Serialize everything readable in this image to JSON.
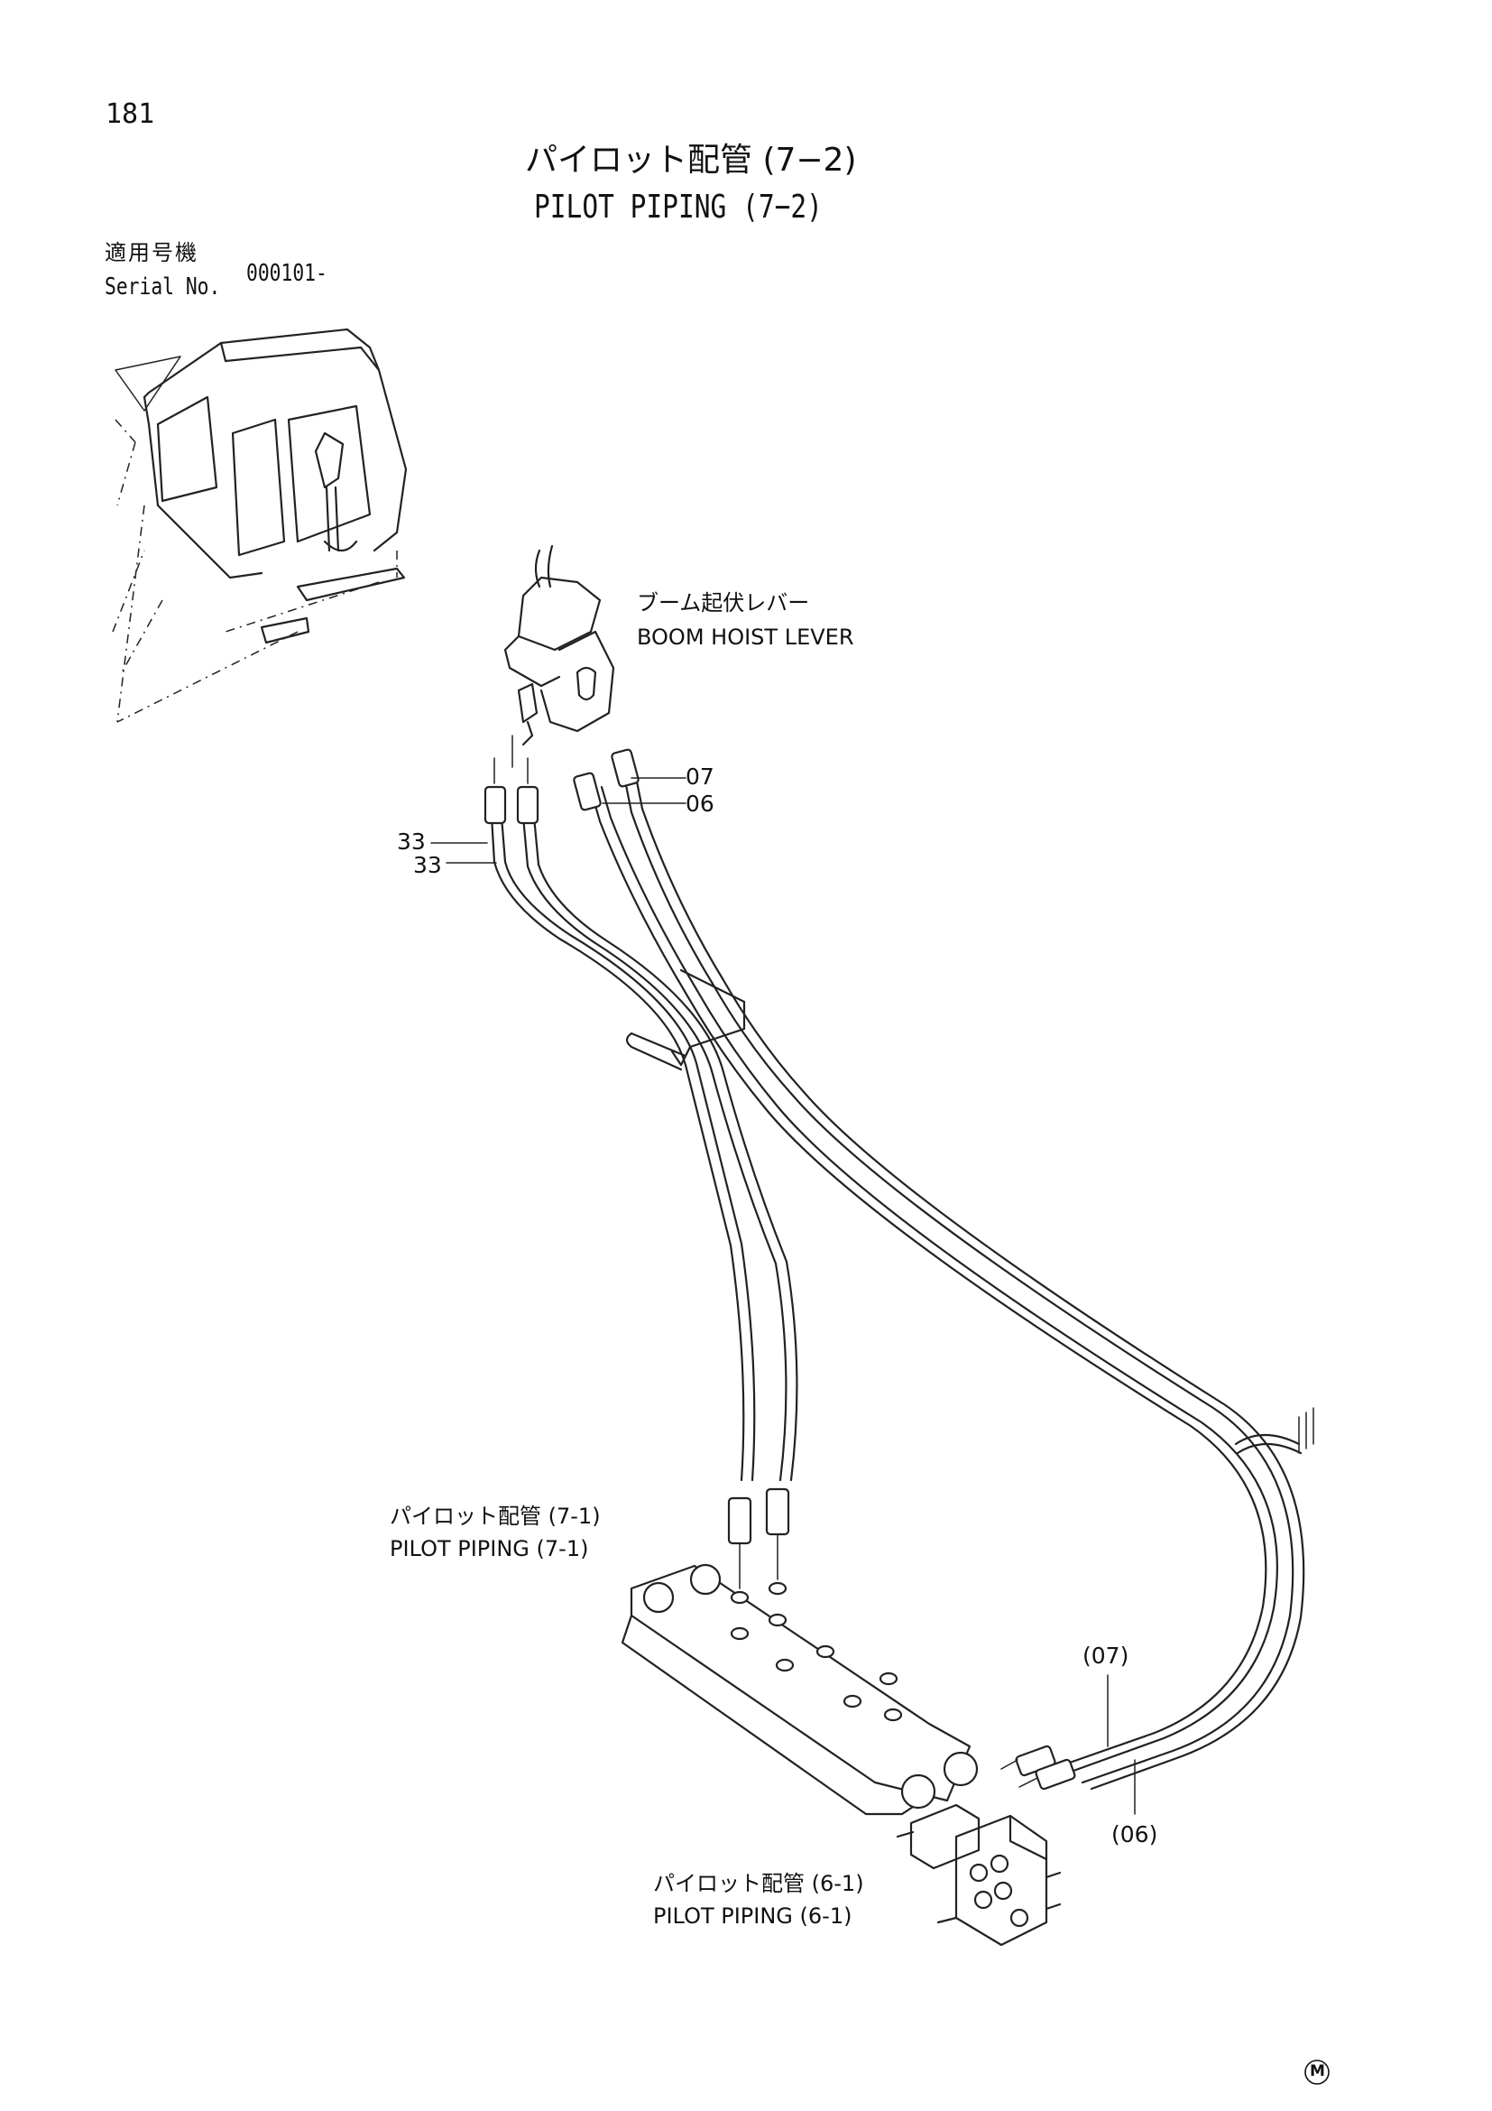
{
  "page": {
    "number": "181",
    "title_jp": "パイロット配管 (7−2)",
    "title_en": "PILOT PIPING (7−2)",
    "serial_label_jp": "適用号機",
    "serial_label_en": "Serial No.",
    "serial_value": "000101-",
    "mark": "M"
  },
  "callouts": {
    "lever_jp": "ブーム起伏レバー",
    "lever_en": "BOOM HOIST LEVER",
    "ref_71_jp": "パイロット配管 (7-1)",
    "ref_71_en": "PILOT PIPING (7-1)",
    "ref_61_jp": "パイロット配管 (6-1)",
    "ref_61_en": "PILOT PIPING (6-1)"
  },
  "parts": {
    "p07": "07",
    "p06": "06",
    "p33a": "33",
    "p33b": "33",
    "p07_ref": "(07)",
    "p06_ref": "(06)"
  }
}
